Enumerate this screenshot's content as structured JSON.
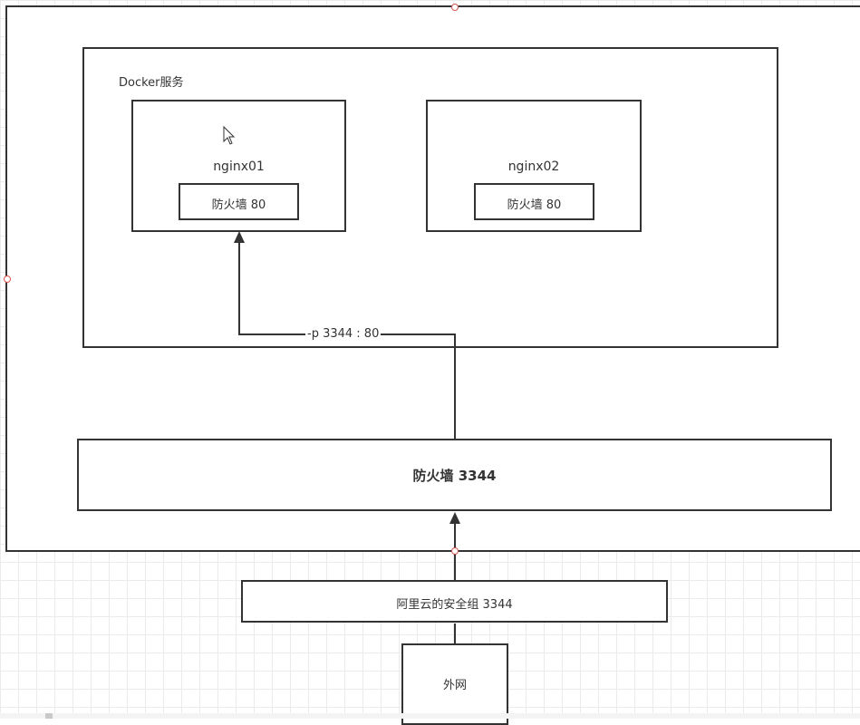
{
  "diagram": {
    "docker_service": {
      "label": "Docker服务"
    },
    "nginx01": {
      "name": "nginx01",
      "firewall": "防火墙  80"
    },
    "nginx02": {
      "name": "nginx02",
      "firewall": "防火墙  80"
    },
    "port_mapping": "-p 3344 : 80",
    "host_firewall": "防火墙   3344",
    "security_group": "阿里云的安全组   3344",
    "external": "外网"
  }
}
